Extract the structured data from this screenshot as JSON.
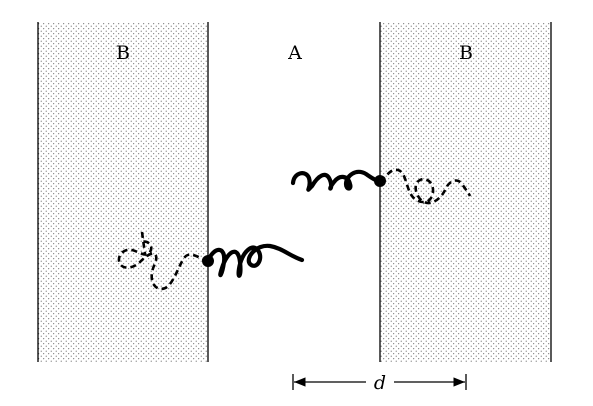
{
  "regions": {
    "left_label": "B",
    "middle_label": "A",
    "right_label": "B"
  },
  "dimension": {
    "label": "d"
  }
}
